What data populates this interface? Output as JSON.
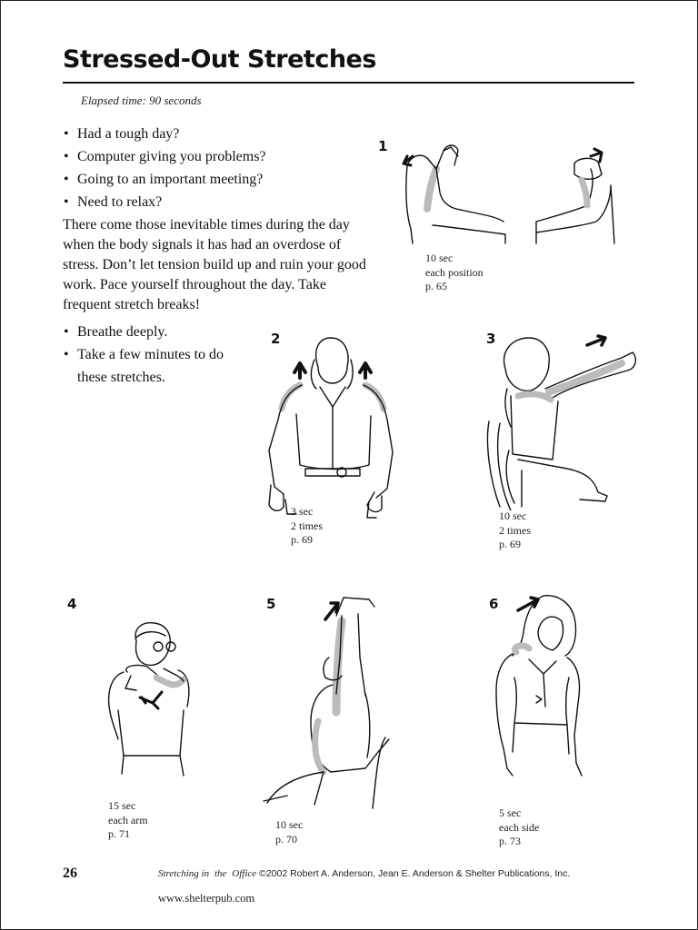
{
  "page": {
    "title": "Stressed-Out Stretches",
    "elapsed": "Elapsed time: 90 seconds",
    "intro_bullets": [
      "Had a tough day?",
      "Computer giving you problems?",
      "Going to an important meeting?",
      "Need to relax?"
    ],
    "paragraph": "There come those inevitable times during the day when the body signals it has had an overdose of stress. Don’t let tension build up and ruin your good work. Pace yourself throughout the day. Take frequent stretch breaks!",
    "tips": [
      "Breathe deeply.",
      "Take a few minutes to do these stretches."
    ]
  },
  "stretches": [
    {
      "number": "1",
      "lines": [
        "10 sec",
        "each position",
        "p. 65"
      ]
    },
    {
      "number": "2",
      "lines": [
        "3 sec",
        "2 times",
        "p. 69"
      ]
    },
    {
      "number": "3",
      "lines": [
        "10 sec",
        "2 times",
        "p. 69"
      ]
    },
    {
      "number": "4",
      "lines": [
        "15 sec",
        "each arm",
        "p. 71"
      ]
    },
    {
      "number": "5",
      "lines": [
        "10 sec",
        "p. 70"
      ]
    },
    {
      "number": "6",
      "lines": [
        "5 sec",
        "each side",
        "p. 73"
      ]
    }
  ],
  "footer": {
    "page_number": "26",
    "book_title_part1": "Stretching in",
    "book_title_part2": "the",
    "book_title_part3": "Office",
    "copyright": "©2002 Robert A. Anderson, Jean E. Anderson & Shelter Publications, Inc.",
    "website": "www.shelterpub.com"
  }
}
